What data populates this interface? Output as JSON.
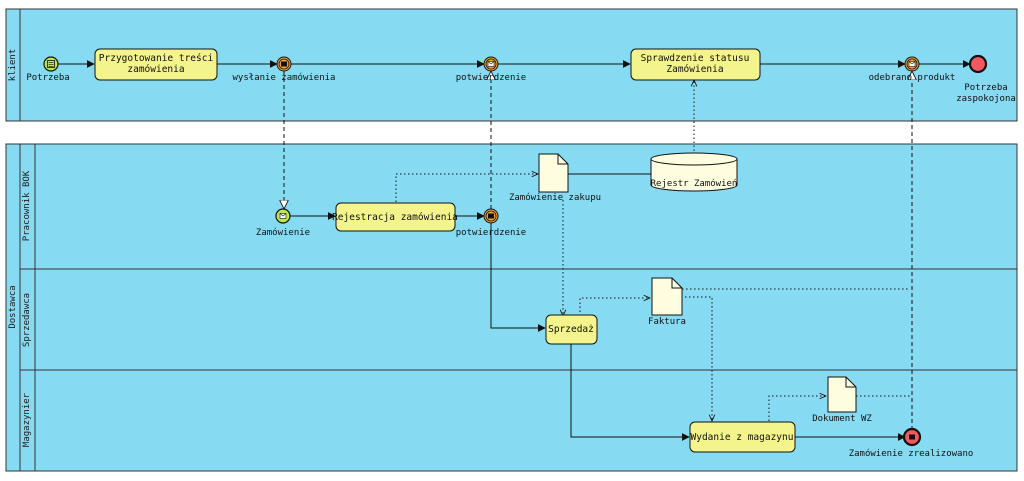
{
  "pools": {
    "klient": {
      "label": "klient"
    },
    "dostawca": {
      "label": "Dostawca",
      "lanes": {
        "bok": "Pracownik BOK",
        "sprzedawca": "Sprzedawca",
        "magazynier": "Magazynier"
      }
    }
  },
  "tasks": {
    "przygotowanie": [
      "Przygotowanie treści",
      "zamówienia"
    ],
    "sprawdzenie": [
      "Sprawdzenie statusu",
      "Zamówienia"
    ],
    "rejestracja": "Rejestracja zamówienia",
    "sprzedaz": "Sprzedaż",
    "wydanie": "Wydanie z magazynu"
  },
  "events": {
    "potrzeba": "Potrzeba",
    "wyslanie": "wysłanie zamówienia",
    "potwierdzenie_klient": "potwierdzenie",
    "odebrano": "odebrano produkt",
    "zaspokojona": [
      "Potrzeba",
      "zaspokojona"
    ],
    "zamowienie": "Zamówienie",
    "potwierdzenie_bok": "potwierdzenie",
    "zrealizowano": "Zamówienie zrealizowano"
  },
  "artifacts": {
    "zamowienie_zakupu": "Zamówienie zakupu",
    "rejestr": "Rejestr Zamówień",
    "faktura": "Faktura",
    "dokument_wz": "Dokument WZ"
  },
  "colors": {
    "pool_fill": "#86dbf3",
    "task_fill": "#f4f48c",
    "start_fill": "#bde84d",
    "intermediate_fill": "#f0a33a",
    "end_fill": "#f2595f",
    "doc_fill": "#fffde0"
  }
}
